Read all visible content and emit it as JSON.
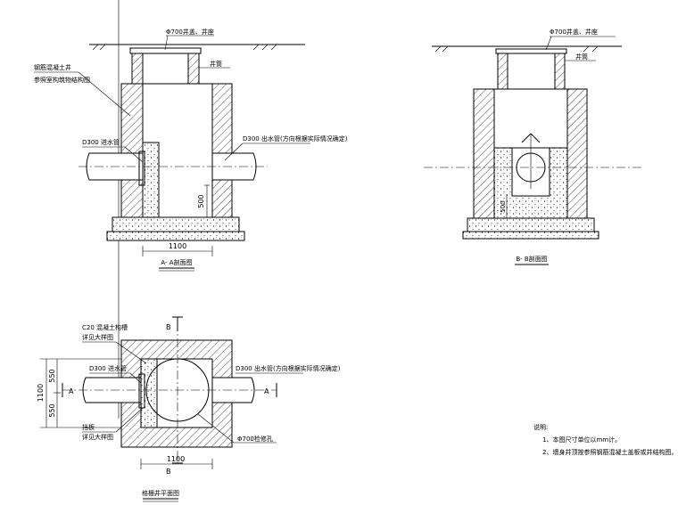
{
  "section_a": {
    "cover_label": "Φ700井盖、井座",
    "neck_label": "井筒",
    "wall_label_1": "钢筋混凝土井",
    "wall_label_2": "参照室构筑物结构图",
    "inlet_label": "D300 进水管",
    "outlet_label": "D300 出水管(方向根据实际情况确定)",
    "dim_drop": "500",
    "dim_width": "1100",
    "title": "A- A剖面图"
  },
  "section_b": {
    "cover_label": "Φ700井盖、井座",
    "neck_label": "井筒",
    "dim_drop": "500",
    "title": "B- B剖面图"
  },
  "plan": {
    "wall_label_1": "C20 混凝土构槽",
    "wall_label_2": "详见大样图",
    "inlet_label": "D300 进水管",
    "outlet_label": "D300 出水管(方向根据实际情况确定)",
    "baffle_label_1": "挡板",
    "baffle_label_2": "详见大样图",
    "manhole_label": "Φ700检修孔",
    "dim_width": "1100",
    "dim_total": "1100",
    "dim_half_top": "550",
    "dim_half_bottom": "550",
    "cut_a": "A",
    "cut_b": "B",
    "title": "格栅井平面图"
  },
  "notes": {
    "heading": "说明:",
    "line1": "1、本图尺寸单位以mm计。",
    "line2": "2、墙身井顶按参照钢筋混凝土盖板或井结构图。"
  }
}
